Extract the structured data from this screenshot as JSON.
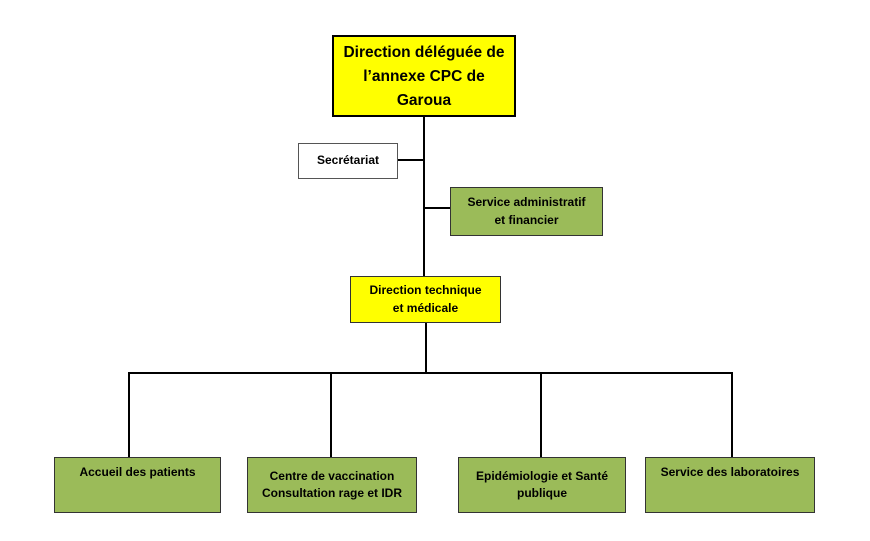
{
  "colors": {
    "head": "#ffff00",
    "service": "#9bbb59",
    "plain": "#ffffff",
    "line": "#000000"
  },
  "nodes": {
    "top": "Direction déléguée de\nl’annexe CPC de\nGaroua",
    "secretariat": "Secrétariat",
    "admin_finance": "Service administratif\net financier",
    "technical": "Direction technique\net médicale",
    "bottom": [
      "Accueil des patients",
      "Centre de vaccination\nConsultation rage et IDR",
      "Epidémiologie et Santé\npublique",
      "Service des laboratoires"
    ]
  }
}
